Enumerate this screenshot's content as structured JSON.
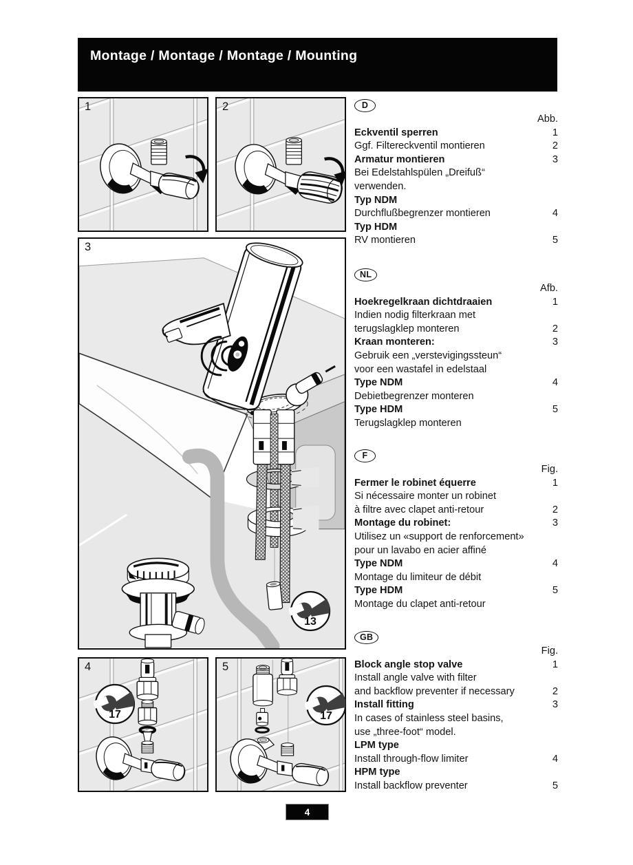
{
  "header": {
    "title": "Montage / Montage / Montage / Mounting"
  },
  "page": {
    "number": "4"
  },
  "colors": {
    "header_bg": "#050505",
    "header_text": "#ffffff",
    "tile_gray": "#e9e9e9",
    "counter_gray": "#c9c9c9",
    "line_black": "#111111"
  },
  "panels": [
    {
      "label": "1"
    },
    {
      "label": "2"
    },
    {
      "label": "3",
      "wrench": "13"
    },
    {
      "label": "4",
      "wrench": "17"
    },
    {
      "label": "5",
      "wrench": "17"
    }
  ],
  "sections": [
    {
      "id": "D",
      "badge": "D",
      "col_header": "Abb.",
      "rows": [
        {
          "text": "Eckventil sperren",
          "bold": true,
          "num": "1"
        },
        {
          "text": "Ggf. Filtereckventil montieren",
          "bold": false,
          "num": "2"
        },
        {
          "text": "Armatur montieren",
          "bold": true,
          "num": "3"
        },
        {
          "text": "Bei Edelstahlspülen „Dreifuß“",
          "bold": false,
          "num": ""
        },
        {
          "text": "verwenden.",
          "bold": false,
          "num": ""
        },
        {
          "text": "Typ NDM",
          "bold": true,
          "num": ""
        },
        {
          "text": "Durchflußbegrenzer montieren",
          "bold": false,
          "num": "4"
        },
        {
          "text": "Typ HDM",
          "bold": true,
          "num": ""
        },
        {
          "text": "RV montieren",
          "bold": false,
          "num": "5"
        }
      ]
    },
    {
      "id": "NL",
      "badge": "NL",
      "col_header": "Afb.",
      "rows": [
        {
          "text": "Hoekregelkraan dichtdraaien",
          "bold": true,
          "num": "1"
        },
        {
          "text": "Indien nodig filterkraan met",
          "bold": false,
          "num": ""
        },
        {
          "text": "terugslagklep monteren",
          "bold": false,
          "num": "2"
        },
        {
          "text": "Kraan monteren:",
          "bold": true,
          "num": "3"
        },
        {
          "text": "Gebruik een „verstevigingssteun“",
          "bold": false,
          "num": ""
        },
        {
          "text": "voor een wastafel in edelstaal",
          "bold": false,
          "num": ""
        },
        {
          "text": "Type NDM",
          "bold": true,
          "num": "4"
        },
        {
          "text": "Debietbegrenzer monteren",
          "bold": false,
          "num": ""
        },
        {
          "text": "Type HDM",
          "bold": true,
          "num": "5"
        },
        {
          "text": "Terugslagklep monteren",
          "bold": false,
          "num": ""
        }
      ]
    },
    {
      "id": "F",
      "badge": "F",
      "col_header": "Fig.",
      "rows": [
        {
          "text": "Fermer le robinet équerre",
          "bold": true,
          "num": "1"
        },
        {
          "text": "Si nécessaire monter un robinet",
          "bold": false,
          "num": ""
        },
        {
          "text": "à filtre avec clapet anti-retour",
          "bold": false,
          "num": "2"
        },
        {
          "text": "Montage du robinet:",
          "bold": true,
          "num": "3"
        },
        {
          "text": "Utilisez un «support de renforcement»",
          "bold": false,
          "num": ""
        },
        {
          "text": "pour un lavabo en acier affiné",
          "bold": false,
          "num": ""
        },
        {
          "text": "Type NDM",
          "bold": true,
          "num": "4"
        },
        {
          "text": "Montage du limiteur de débit",
          "bold": false,
          "num": ""
        },
        {
          "text": "Type HDM",
          "bold": true,
          "num": "5"
        },
        {
          "text": "Montage du clapet anti-retour",
          "bold": false,
          "num": ""
        }
      ]
    },
    {
      "id": "GB",
      "badge": "GB",
      "col_header": "Fig.",
      "rows": [
        {
          "text": "Block angle stop valve",
          "bold": true,
          "num": "1"
        },
        {
          "text": "Install angle valve with filter",
          "bold": false,
          "num": ""
        },
        {
          "text": "and backflow preventer if necessary",
          "bold": false,
          "num": "2"
        },
        {
          "text": "Install fitting",
          "bold": true,
          "num": "3"
        },
        {
          "text": "In cases of stainless steel basins,",
          "bold": false,
          "num": ""
        },
        {
          "text": "use „three-foot“ model.",
          "bold": false,
          "num": ""
        },
        {
          "text": "LPM type",
          "bold": true,
          "num": ""
        },
        {
          "text": "Install through-flow limiter",
          "bold": false,
          "num": "4"
        },
        {
          "text": "HPM type",
          "bold": true,
          "num": ""
        },
        {
          "text": "Install backflow preventer",
          "bold": false,
          "num": "5"
        }
      ]
    }
  ]
}
